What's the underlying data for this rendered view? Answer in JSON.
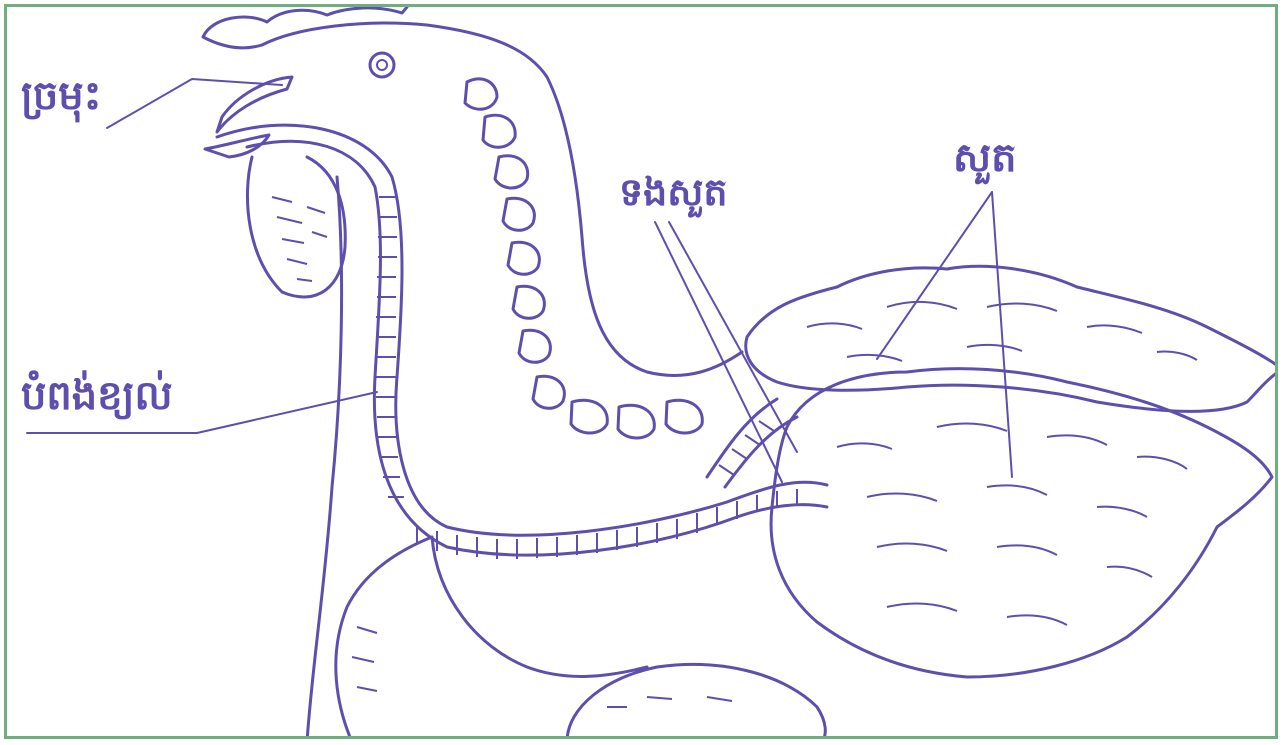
{
  "labels": {
    "beak": "ច្រមុះ",
    "trachea": "បំពង់ខ្យល់",
    "bronchi": "ទងសួត",
    "lungs": "សួត"
  },
  "colors": {
    "ink": "#5e4fae",
    "frame": "#6fae7e",
    "background": "#ffffff"
  }
}
